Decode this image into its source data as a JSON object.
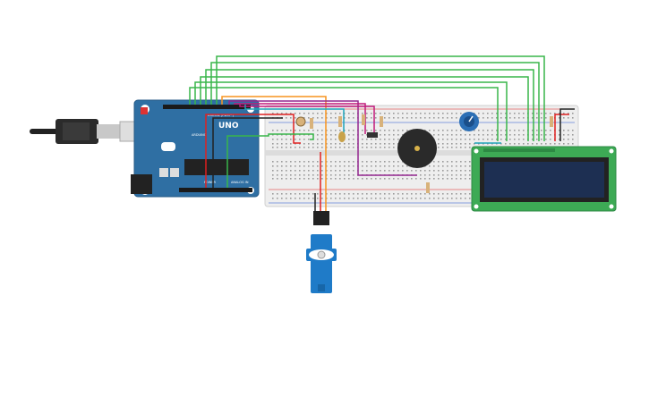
{
  "arduino": {
    "board_label": "UNO",
    "digital_label": "DIGITAL (PWM~)",
    "power_label": "POWER",
    "analog_label": "ANALOG IN",
    "brand_label": "ARDUINO"
  },
  "colors": {
    "board": "#2f6fa3",
    "board_dark": "#245a86",
    "breadboard": "#eeeeee",
    "wire_green": "#39b54a",
    "wire_orange": "#f7931e",
    "wire_purple": "#93278f",
    "wire_magenta": "#c2187a",
    "wire_red": "#e02020",
    "wire_black": "#222222",
    "wire_teal": "#1fa3b8",
    "lcd_pcb": "#3daa55",
    "lcd_screen": "#1d2f52",
    "servo": "#1f7bc8",
    "buzzer": "#2a2a2a",
    "pot": "#2c6fb5"
  },
  "components": {
    "lcd": "lcd-16x2",
    "servo": "micro-servo",
    "buzzer": "piezo-buzzer",
    "pot": "potentiometer",
    "ldr": "photoresistor",
    "cable": "usb-cable"
  }
}
